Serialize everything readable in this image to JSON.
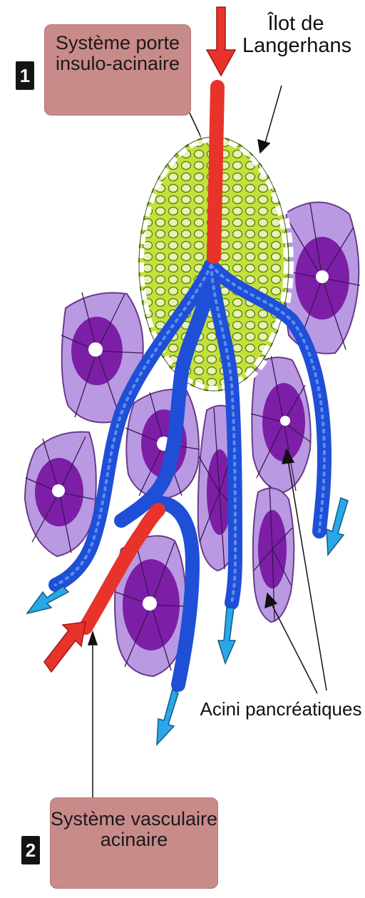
{
  "labels": {
    "portal_system": {
      "number": "1",
      "line1": "Système porte",
      "line2": "insulo-acinaire"
    },
    "islet": {
      "line1": "Îlot de",
      "line2": "Langerhans"
    },
    "acini": "Acini pancréatiques",
    "vascular_system": {
      "number": "2",
      "line1": "Système vasculaire",
      "line2": "acinaire"
    }
  },
  "colors": {
    "arterial": "#e8332a",
    "venous": "#1f4fd6",
    "flow_arrow": "#2aa7e8",
    "islet_fill": "#bfe02a",
    "acinus_outer": "#b99ae2",
    "acinus_inner": "#7c1fa6",
    "label_box": "#c98a8a"
  }
}
